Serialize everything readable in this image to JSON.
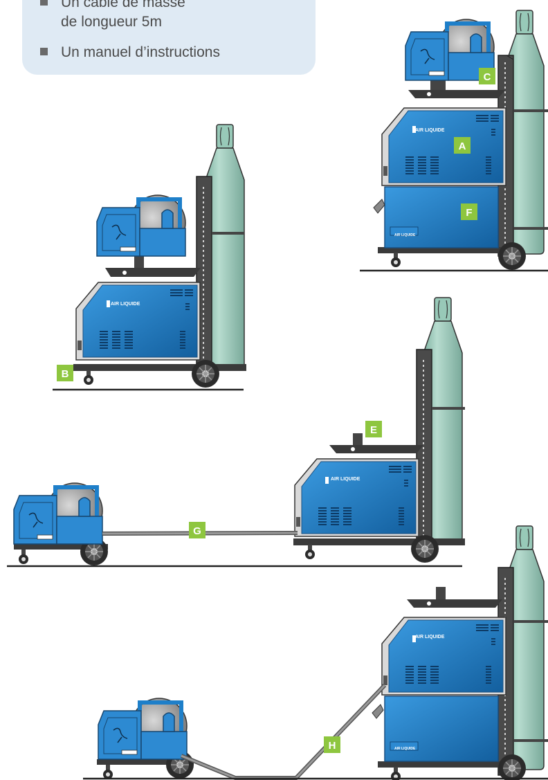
{
  "accessories_box": {
    "items": [
      {
        "lines": [
          "Un câble de masse",
          "de longueur 5m"
        ]
      },
      {
        "lines": [
          "Un manuel d’instructions"
        ]
      }
    ]
  },
  "figures": {
    "label_color": "#8ec63f",
    "cabinet_color": "#1e7fc9",
    "cylinder_color": "#98c9b8",
    "brand_text": "AIR LIQUIDE",
    "labels": {
      "A": "A",
      "B": "B",
      "C": "C",
      "E": "E",
      "F": "F",
      "G": "G",
      "H": "H"
    }
  }
}
